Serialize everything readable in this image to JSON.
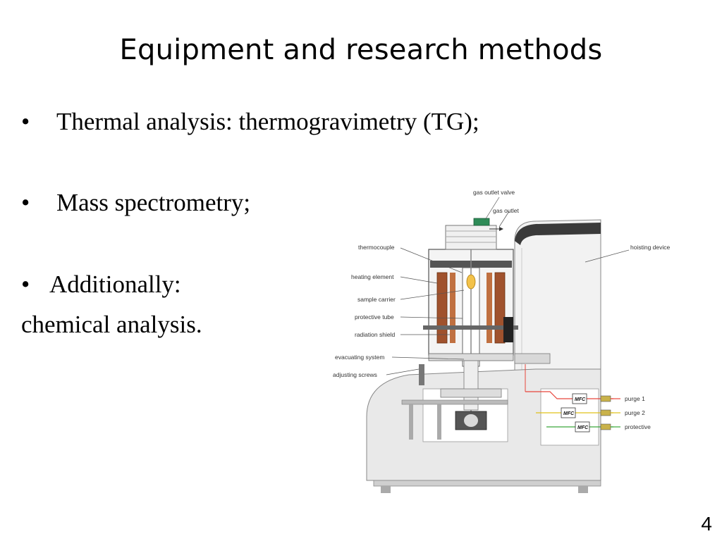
{
  "slide": {
    "title": "Equipment and research methods",
    "bullets": [
      {
        "marker": "•",
        "text": "Thermal analysis: thermogravimetry (TG);"
      },
      {
        "marker": "•",
        "text": "Mass spectrometry;"
      },
      {
        "marker": "•",
        "text": "Additionally:"
      }
    ],
    "continuation": "chemical analysis.",
    "page_number": "4"
  },
  "diagram": {
    "labels": {
      "gas_outlet_valve": "gas outlet valve",
      "gas_outlet": "gas outlet",
      "thermocouple": "thermocouple",
      "heating_element": "heating element",
      "sample_carrier": "sample carrier",
      "protective_tube": "protective tube",
      "radiation_shield": "radiation shield",
      "evacuating_system": "evacuating system",
      "adjusting_screws": "adjusting screws",
      "hoisting_device": "hoisting device",
      "purge_1": "purge 1",
      "purge_2": "purge 2",
      "protective": "protective"
    },
    "mfc_label": "MFC",
    "colors": {
      "purge_1_line": "#e8463c",
      "purge_2_line": "#e0c21a",
      "protective_line": "#3aa83a",
      "heater": "#a0522d",
      "valve": "#2e8b57"
    }
  }
}
